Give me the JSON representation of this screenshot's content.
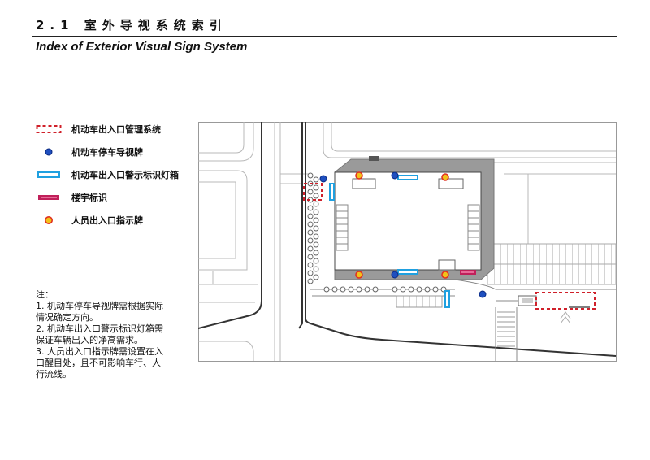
{
  "header": {
    "title_cn": "2.1 室外导视系统索引",
    "title_en": "Index of Exterior Visual Sign System"
  },
  "legend": {
    "items": [
      {
        "key": "vehicle-entrance-management",
        "label": "机动车出入口管理系统",
        "symbol": "dashed-red-rect",
        "color": "#d0202a"
      },
      {
        "key": "parking-guide-sign",
        "label": "机动车停车导视牌",
        "symbol": "blue-dot",
        "color": "#1f4fbf"
      },
      {
        "key": "entrance-warning-lightbox",
        "label": "机动车出入口警示标识灯箱",
        "symbol": "cyan-rect",
        "color": "#1fa0e0"
      },
      {
        "key": "building-name-sign",
        "label": "楼宇标识",
        "symbol": "magenta-rect",
        "color": "#c0205a"
      },
      {
        "key": "pedestrian-entrance-sign",
        "label": "人员出入口指示牌",
        "symbol": "orange-dot",
        "color": "#f2c21a"
      }
    ]
  },
  "notes": {
    "lines": [
      "注：",
      "1. 机动车停车导视牌需根据实际",
      "情况确定方向。",
      "2. 机动车出入口警示标识灯箱需",
      "保证车辆出入的净高需求。",
      "3. 人员出入口指示牌需设置在入",
      "口醒目处，且不可影响车行、人",
      "行流线。"
    ]
  },
  "colors": {
    "red": "#d0202a",
    "blue": "#1f4fbf",
    "cyan": "#1fa0e0",
    "magenta": "#c0205a",
    "orange_fill": "#f2c21a",
    "orange_ring": "#e03020",
    "road_line": "#333333",
    "light_line": "#b8b8b8",
    "building_gray": "#9a9a9a"
  }
}
